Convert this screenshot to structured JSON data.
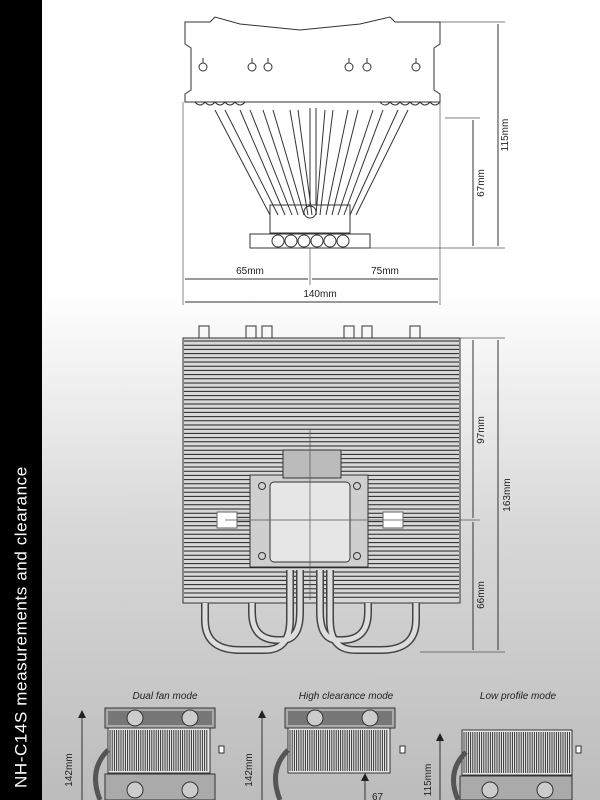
{
  "sidebar": {
    "title": "NH-C14S measurements and clearance"
  },
  "top_view": {
    "dim_total_height": "115mm",
    "dim_lower_height": "67mm",
    "dim_left_width": "65mm",
    "dim_right_width": "75mm",
    "dim_total_width": "140mm"
  },
  "side_view": {
    "dim_upper": "97mm",
    "dim_lower": "66mm",
    "dim_total": "163mm"
  },
  "modes": [
    {
      "label": "Dual fan mode",
      "height": "142mm"
    },
    {
      "label": "High clearance mode",
      "height": "142mm",
      "clearance": "67"
    },
    {
      "label": "Low profile mode",
      "height": "115mm"
    }
  ]
}
